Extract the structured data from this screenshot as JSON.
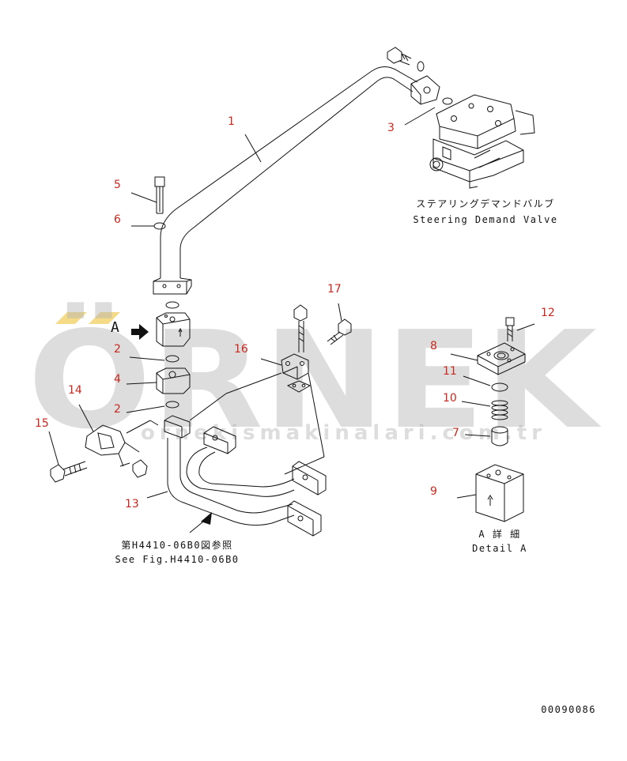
{
  "callouts": {
    "c1": "1",
    "c2a": "2",
    "c2b": "2",
    "c3": "3",
    "c4": "4",
    "c5": "5",
    "c6": "6",
    "c7": "7",
    "c8": "8",
    "c9": "9",
    "c10": "10",
    "c11": "11",
    "c12": "12",
    "c13": "13",
    "c14": "14",
    "c15": "15",
    "c16": "16",
    "c17": "17"
  },
  "view_marker": "A",
  "captions": {
    "valve_jp": "ステアリングデマンドバルブ",
    "valve_en": "Steering Demand Valve",
    "ref_jp": "第H4410-06B0図参照",
    "ref_en": "See Fig.H4410-06B0",
    "detail_jp": "A 詳 細",
    "detail_en": "Detail A"
  },
  "drawing_number": "00090086",
  "watermark": {
    "brand": "ÖRNEK",
    "site": "ornekismakinalari.com.tr"
  },
  "colors": {
    "callout": "#c8281e",
    "watermark": "#b4b4b4",
    "accent": "#f2d16a"
  }
}
